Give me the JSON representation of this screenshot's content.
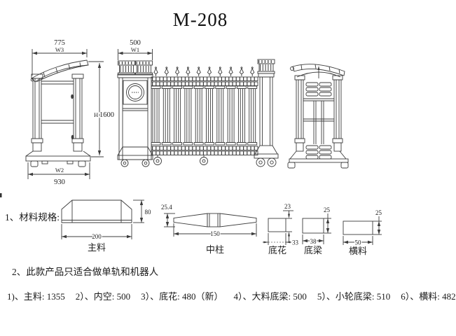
{
  "title": "M-208",
  "views": {
    "left_post": {
      "top_width": "775",
      "top_width_label": "W3",
      "height_label": "H",
      "height": "1600",
      "bottom_width_label": "W2",
      "bottom_width": "930"
    },
    "gate": {
      "width": "500",
      "width_label": "W1"
    }
  },
  "materials_section": {
    "heading": "1、材料规格:",
    "profiles": [
      {
        "name": "主料",
        "width": "200",
        "height": "80"
      },
      {
        "name": "中柱",
        "width": "150",
        "height": "25.4"
      },
      {
        "name": "底花",
        "width": "33",
        "height": "23"
      },
      {
        "name": "底梁",
        "width": "38",
        "height": "25"
      },
      {
        "name": "横料",
        "width": "50",
        "height": "25"
      }
    ]
  },
  "note": "2、此款产品只适合做单轨和机器人",
  "specs": [
    "1)、主料: 1355",
    "2）、内空: 500",
    "3）、底花: 480（新）",
    "4）、大料底梁: 500",
    "5）、小轮底梁: 510",
    "6）、横料: 482"
  ]
}
